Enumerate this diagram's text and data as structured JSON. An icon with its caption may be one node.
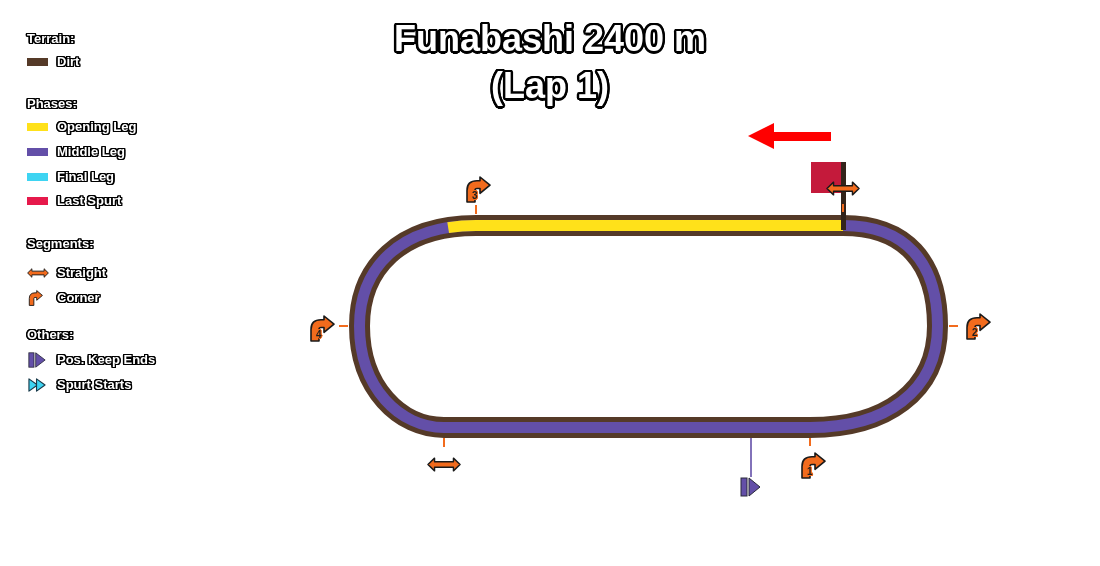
{
  "diagram": {
    "title": "Funabashi 2400 m (Lap 1)",
    "labels": [
      "Terrain:",
      "Phases:",
      "Segments:",
      "Others:",
      "3",
      "4",
      "2",
      "1"
    ],
    "legend": [
      {
        "text": "Dirt",
        "color": "#553a28"
      },
      {
        "text": "Opening Leg",
        "color": "#ffe11a"
      },
      {
        "text": "Middle Leg",
        "color": "#634fa8"
      },
      {
        "text": "Final Leg",
        "color": "#3ed4f2"
      },
      {
        "text": "Last Spurt",
        "color": "#e6194b"
      },
      {
        "text": "Straight"
      },
      {
        "text": "Corner"
      },
      {
        "text": "Pos. Keep Ends"
      },
      {
        "text": "Spurt Starts"
      }
    ]
  }
}
